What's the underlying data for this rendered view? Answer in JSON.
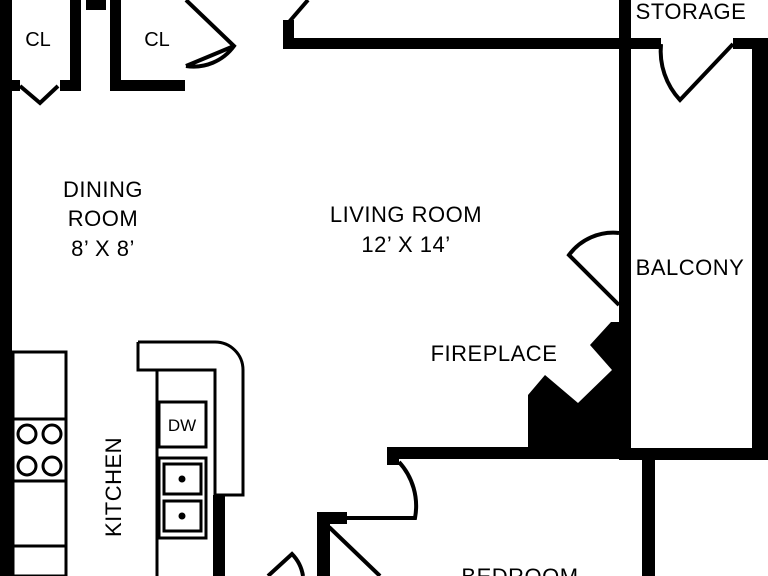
{
  "plan": {
    "rooms": {
      "dining_line1": "DINING",
      "dining_line2": "ROOM",
      "dining_dims": "8’ X 8’",
      "living_name": "LIVING ROOM",
      "living_dims": "12’ X 14’",
      "balcony": "BALCONY",
      "storage": "STORAGE",
      "fireplace": "FIREPLACE",
      "kitchen": "KITCHEN",
      "bedroom": "BEDROOM"
    },
    "fixtures": {
      "closet_left": "CL",
      "closet_right": "CL",
      "dishwasher": "DW"
    }
  },
  "colors": {
    "wall": "#000000",
    "background": "#ffffff"
  }
}
